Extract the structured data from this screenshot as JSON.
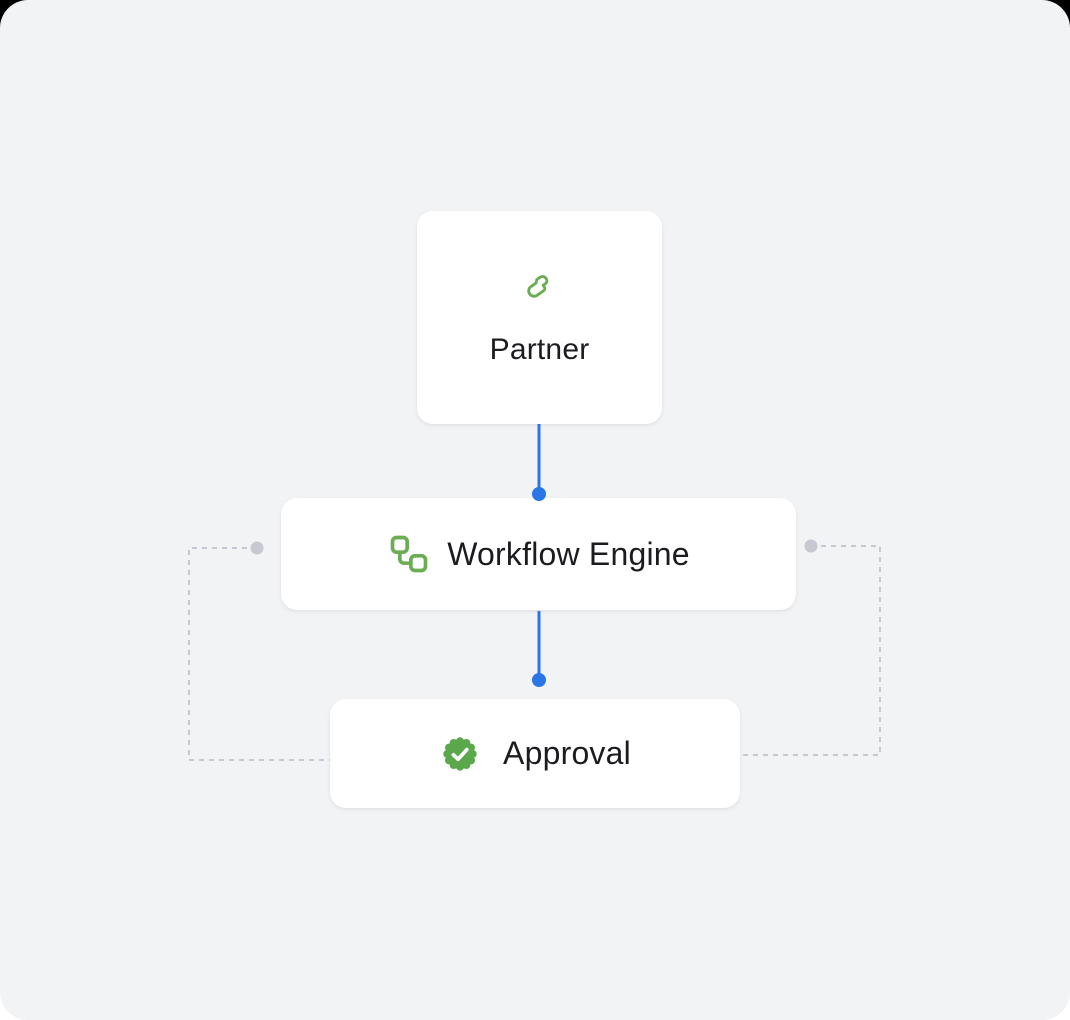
{
  "colors": {
    "canvas_bg": "#f2f3f5",
    "card_bg": "#ffffff",
    "text": "#1a1c1f",
    "icon_green": "#6aad52",
    "badge_green": "#5aa84b",
    "badge_check": "#ffffff",
    "connector_blue": "#2b76e6",
    "dashed_gray": "#c6c8d2"
  },
  "nodes": [
    {
      "id": "partner",
      "label": "Partner",
      "icon": "handshake-icon"
    },
    {
      "id": "workflow-engine",
      "label": "Workflow Engine",
      "icon": "workflow-icon"
    },
    {
      "id": "approval",
      "label": "Approval",
      "icon": "badge-check-icon"
    }
  ],
  "connections": [
    {
      "from": "partner",
      "to": "workflow-engine",
      "style": "solid-blue-with-dot"
    },
    {
      "from": "workflow-engine",
      "to": "approval",
      "style": "solid-blue-with-dot"
    },
    {
      "from": "workflow-engine",
      "to": "approval",
      "style": "dashed-gray-loop-left"
    },
    {
      "from": "workflow-engine",
      "to": "approval",
      "style": "dashed-gray-loop-right"
    }
  ]
}
